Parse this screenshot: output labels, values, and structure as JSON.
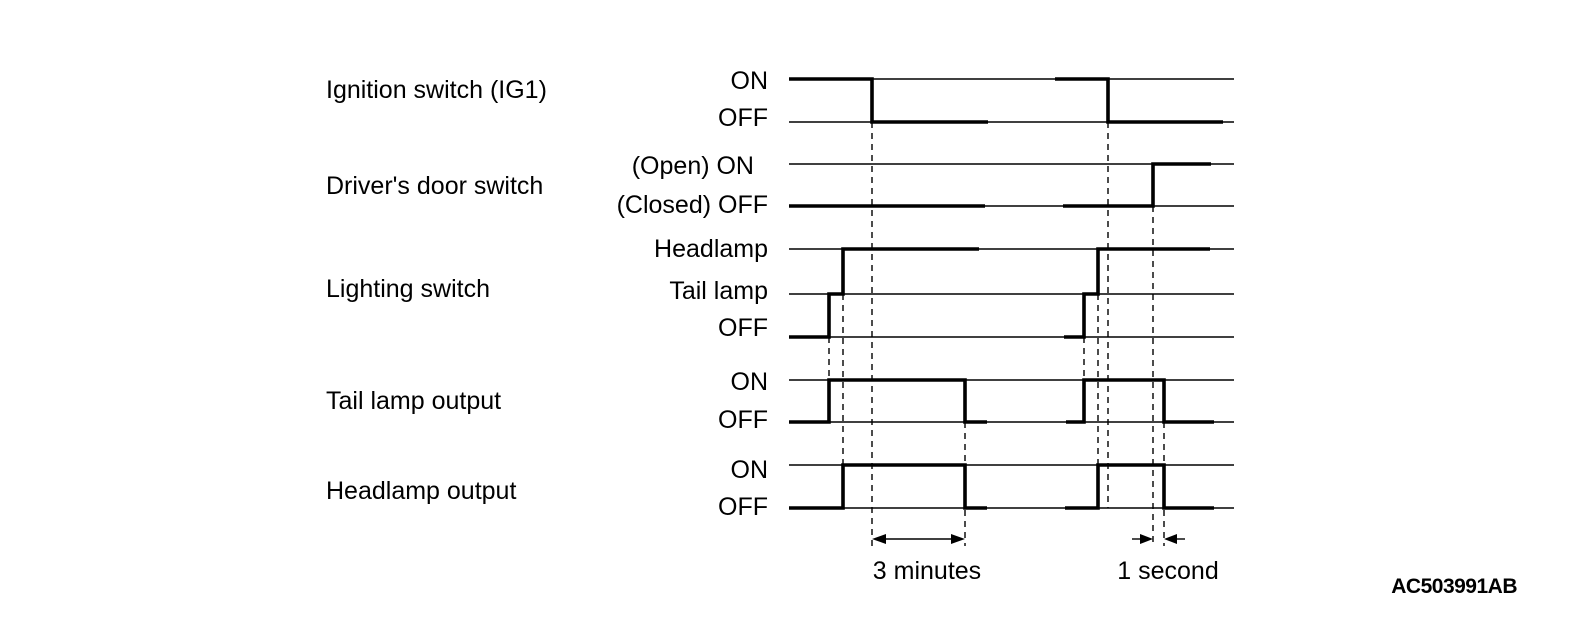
{
  "signals": [
    {
      "key": "ignition",
      "label": "Ignition switch (IG1)",
      "levels": [
        "ON",
        "OFF"
      ]
    },
    {
      "key": "door",
      "label": "Driver's door switch",
      "levels": [
        "(Open) ON",
        "(Closed) OFF"
      ]
    },
    {
      "key": "lighting",
      "label": "Lighting switch",
      "levels": [
        "Headlamp",
        "Tail lamp",
        "OFF"
      ]
    },
    {
      "key": "tail_output",
      "label": "Tail lamp output",
      "levels": [
        "ON",
        "OFF"
      ]
    },
    {
      "key": "head_output",
      "label": "Headlamp output",
      "levels": [
        "ON",
        "OFF"
      ]
    }
  ],
  "intervals": {
    "first": "3 minutes",
    "second": "1 second"
  },
  "reference_code": "AC503991AB"
}
